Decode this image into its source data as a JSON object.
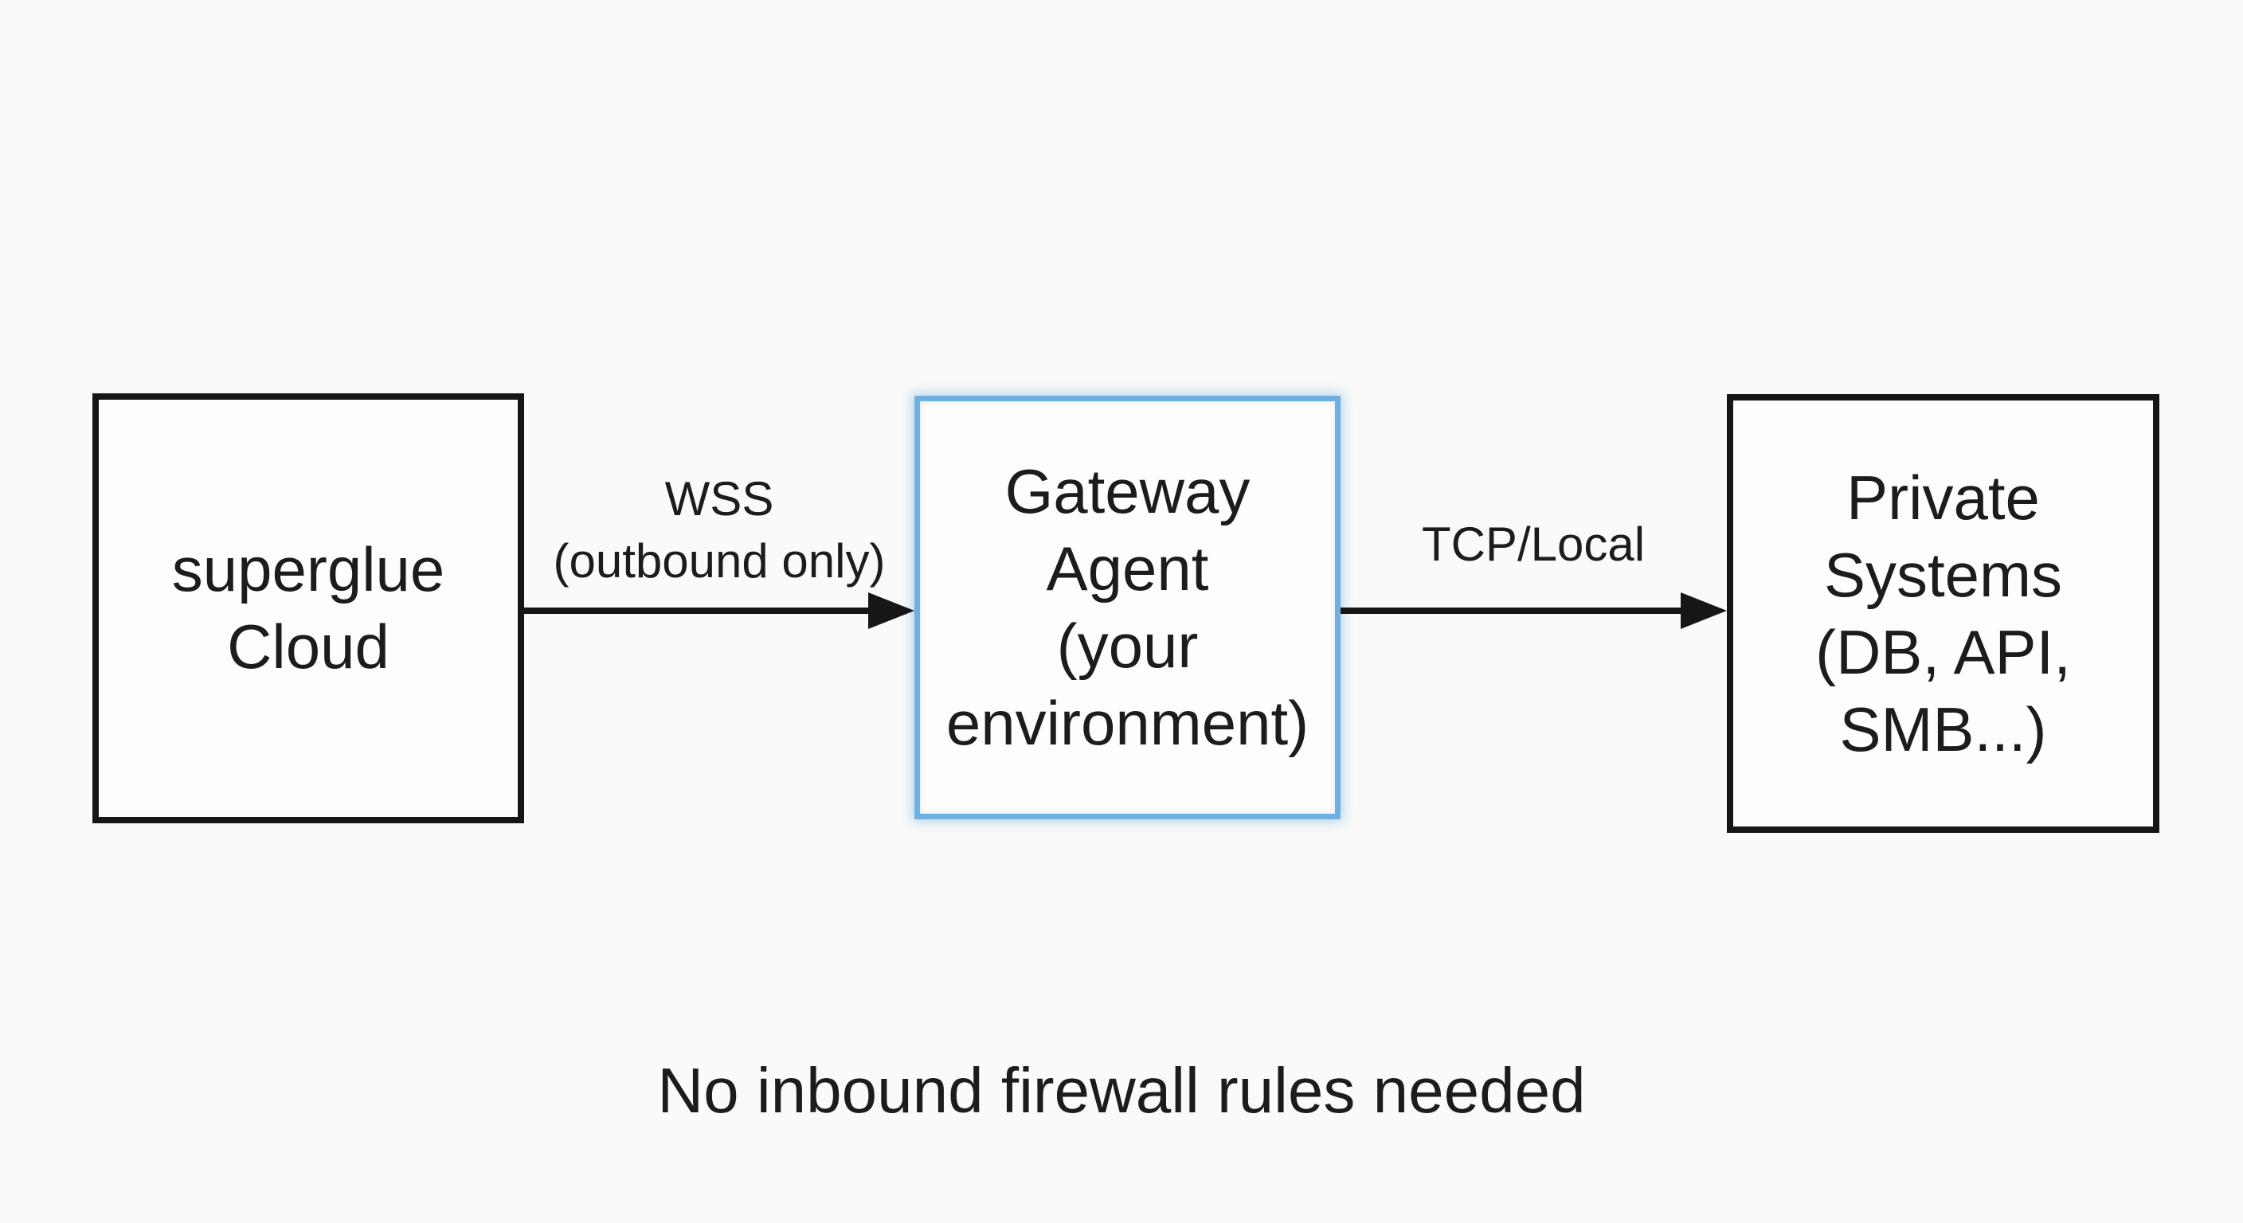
{
  "diagram": {
    "nodes": [
      {
        "id": "superglue-cloud",
        "lines": [
          "superglue",
          "Cloud"
        ],
        "border_style": "black"
      },
      {
        "id": "gateway-agent",
        "lines": [
          "Gateway",
          "Agent",
          "(your",
          "environment)"
        ],
        "border_style": "accent-blue"
      },
      {
        "id": "private-systems",
        "lines": [
          "Private",
          "Systems",
          "(DB, API,",
          "SMB...)"
        ],
        "border_style": "black"
      }
    ],
    "edges": [
      {
        "from": "superglue-cloud",
        "to": "gateway-agent",
        "label_lines": [
          "WSS",
          "(outbound only)"
        ]
      },
      {
        "from": "gateway-agent",
        "to": "private-systems",
        "label_lines": [
          "TCP/Local"
        ]
      }
    ],
    "caption": "No inbound firewall rules needed",
    "colors": {
      "background": "#fafaf9",
      "box_border": "#161616",
      "accent_border": "#6fb1de",
      "arrow": "#161616",
      "text": "#1c1c1c"
    }
  }
}
